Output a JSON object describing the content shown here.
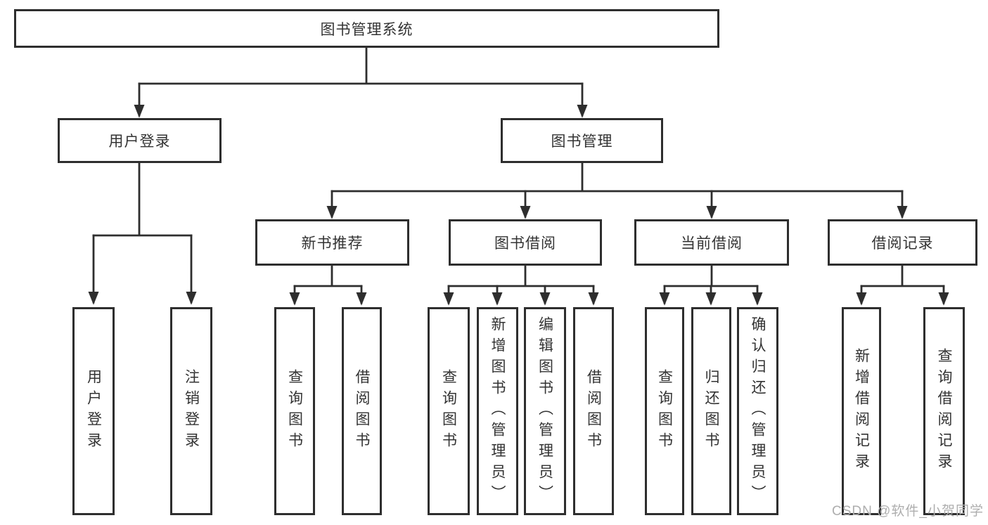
{
  "diagram": {
    "root": "图书管理系统",
    "level2": {
      "user_login": "用户登录",
      "book_mgmt": "图书管理"
    },
    "level3": {
      "new_book_rec": "新书推荐",
      "book_borrow": "图书借阅",
      "current_borrow": "当前借阅",
      "borrow_records": "借阅记录"
    },
    "leaves": {
      "user_login_1": "用户登录",
      "user_login_2": "注销登录",
      "new_book_rec_1": "查询图书",
      "new_book_rec_2": "借阅图书",
      "book_borrow_1": "查询图书",
      "book_borrow_2": "新增图书（管理员）",
      "book_borrow_3": "编辑图书（管理员）",
      "book_borrow_4": "借阅图书",
      "current_borrow_1": "查询图书",
      "current_borrow_2": "归还图书",
      "current_borrow_3": "确认归还（管理员）",
      "borrow_records_1": "新增借阅记录",
      "borrow_records_2": "查询借阅记录"
    }
  },
  "watermark": "CSDN @软件_小贺同学",
  "colors": {
    "line": "#2e2e2e",
    "text": "#333333",
    "watermark": "#aeaeae",
    "background": "#ffffff"
  }
}
